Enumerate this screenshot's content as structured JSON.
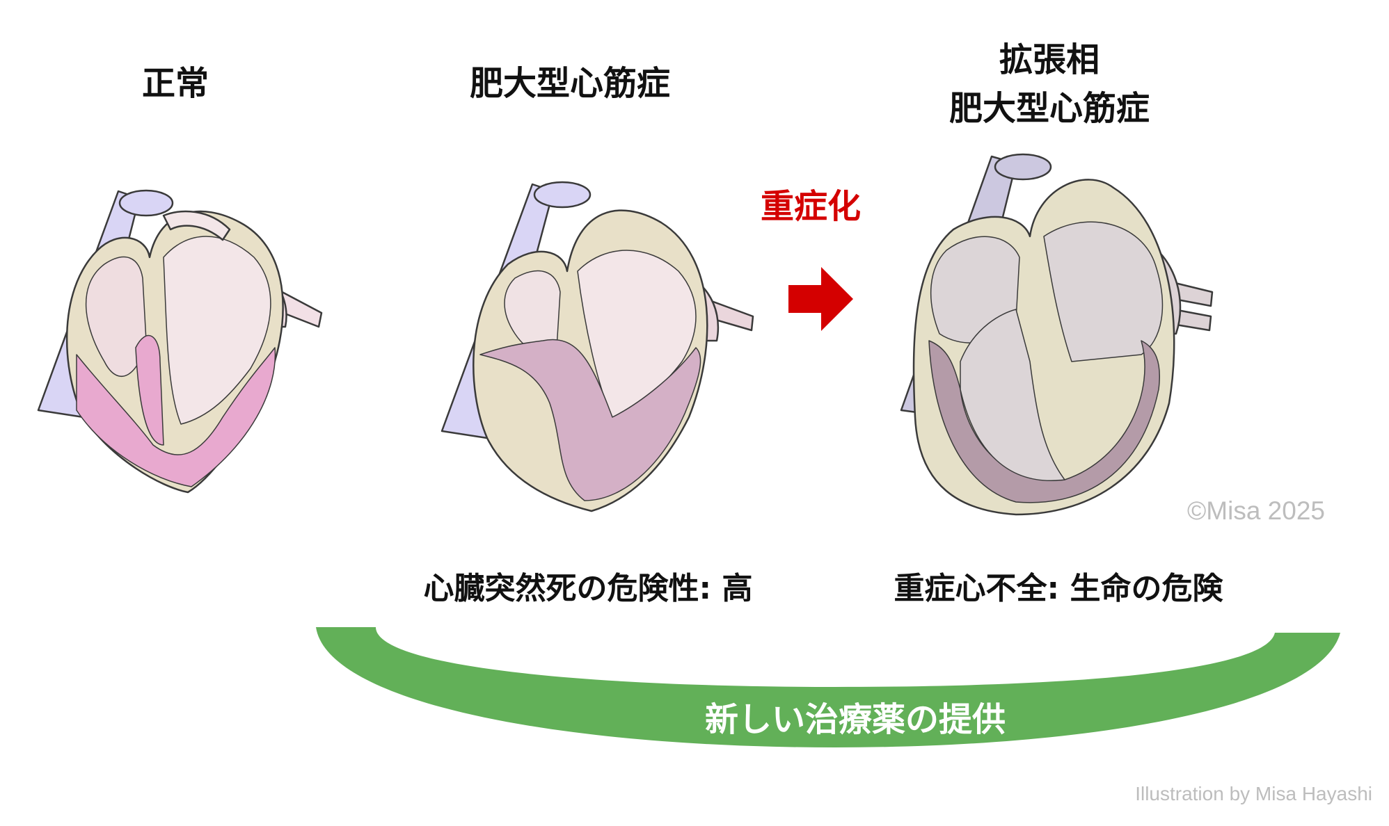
{
  "headings": {
    "normal": "正常",
    "hcm": "肥大型心筋症",
    "dilated_line1": "拡張相",
    "dilated_line2": "肥大型心筋症"
  },
  "progression": {
    "label": "重症化",
    "color": "#d40000"
  },
  "captions": {
    "hcm_risk": "心臓突然死の危険性: 高",
    "dilated_risk": "重症心不全: 生命の危険"
  },
  "treatment_band": {
    "label": "新しい治療薬の提供",
    "color": "#62b058"
  },
  "copyright": "©Misa 2025",
  "credit": "Illustration by Misa Hayashi"
}
